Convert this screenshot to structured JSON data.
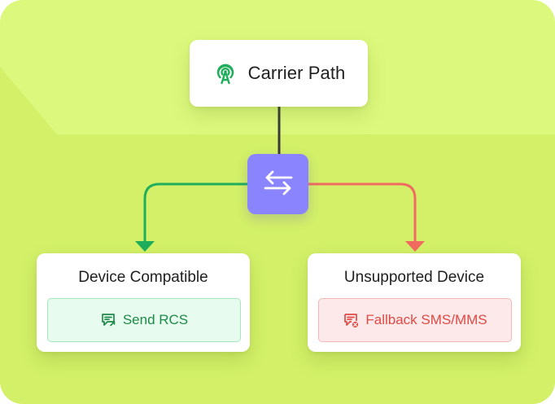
{
  "diagram": {
    "source_node": {
      "label": "Carrier Path",
      "icon": "antenna-icon",
      "icon_color": "#1fae5b"
    },
    "decision_node": {
      "icon": "swap-arrows-icon",
      "color": "#8b84ff"
    },
    "branches": [
      {
        "title": "Device Compatible",
        "action_label": "Send RCS",
        "action_icon": "message-send-icon",
        "color": "#1fae5b"
      },
      {
        "title": "Unsupported Device",
        "action_label": "Fallback SMS/MMS",
        "action_icon": "message-error-icon",
        "color": "#f26b60"
      }
    ]
  },
  "colors": {
    "background": "#ddf97d",
    "connector_main": "#3b3b3b",
    "connector_success": "#1fae5b",
    "connector_fallback": "#f26b60"
  }
}
